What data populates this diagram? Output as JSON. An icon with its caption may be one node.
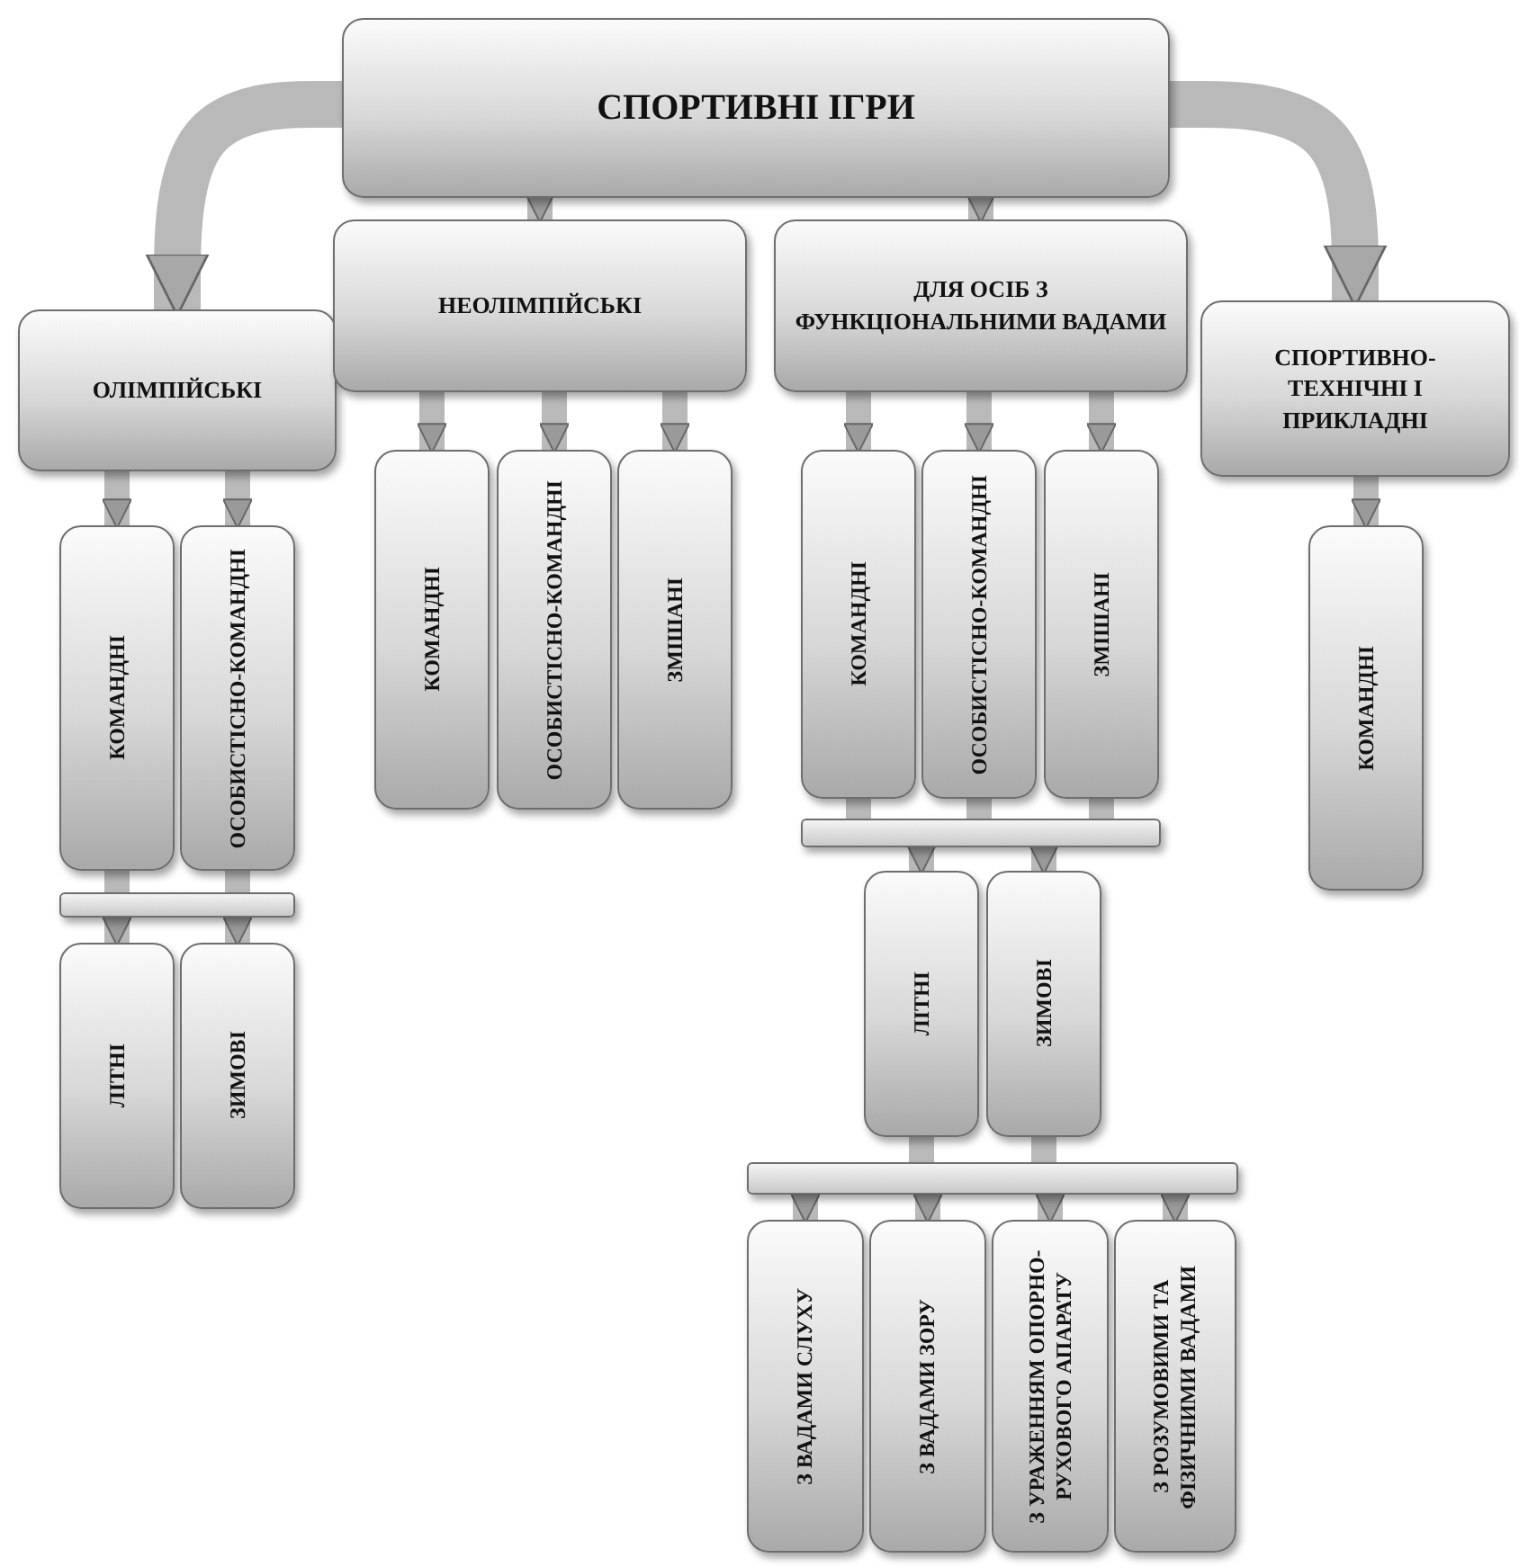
{
  "diagram": {
    "nodes": [
      {
        "text": [
          "СПОРТИВНІ ІГРИ"
        ]
      },
      {
        "text": [
          "ОЛІМПІЙСЬКІ"
        ]
      },
      {
        "text": [
          "КОМАНДНІ"
        ]
      },
      {
        "text": [
          "ОСОБИСТІСНО-КОМАНДНІ"
        ]
      },
      {
        "text": [],
        "shape": "bar"
      },
      {
        "text": [
          "ЛІТНІ"
        ]
      },
      {
        "text": [
          "ЗИМОВІ"
        ]
      },
      {
        "text": [
          "НЕОЛІМПІЙСЬКІ"
        ]
      },
      {
        "text": [
          "КОМАНДНІ"
        ]
      },
      {
        "text": [
          "ОСОБИСТІСНО-КОМАНДНІ"
        ]
      },
      {
        "text": [
          "ЗМІШАНІ"
        ]
      },
      {
        "text": [
          "ДЛЯ ОСІБ З ФУНКЦІОНАЛЬНИМИ ВАДАМИ"
        ]
      },
      {
        "text": [
          "КОМАНДНІ"
        ]
      },
      {
        "text": [
          "ОСОБИСТІСНО-КОМАНДНІ"
        ]
      },
      {
        "text": [
          "ЗМІШАНІ"
        ]
      },
      {
        "text": [],
        "shape": "bar"
      },
      {
        "text": [
          "ЛІТНІ"
        ]
      },
      {
        "text": [
          "ЗИМОВІ"
        ]
      },
      {
        "text": [],
        "shape": "bar"
      },
      {
        "text": [
          "З ВАДАМИ СЛУХУ"
        ]
      },
      {
        "text": [
          "З ВАДАМИ ЗОРУ"
        ]
      },
      {
        "text": [
          "З УРАЖЕННЯМ ОПОРНО-РУХОВОГО АПАРАТУ"
        ]
      },
      {
        "text": [
          "З РОЗУМОВИМИ ТА ФІЗИЧНИМИ ВАДАМИ"
        ]
      },
      {
        "text": [
          "СПОРТИВНО-ТЕХНІЧНІ І ПРИКЛАДНІ"
        ]
      },
      {
        "text": [
          "КОМАНДНІ"
        ]
      }
    ],
    "edges": [
      {
        "from": 0,
        "to": 1,
        "arrow": "to",
        "style": "thick"
      },
      {
        "from": 0,
        "to": 7,
        "arrow": "to"
      },
      {
        "from": 0,
        "to": 11,
        "arrow": "to"
      },
      {
        "from": 0,
        "to": 23,
        "arrow": "to",
        "style": "thick"
      },
      {
        "from": 1,
        "to": 2,
        "arrow": "to"
      },
      {
        "from": 1,
        "to": 3,
        "arrow": "to"
      },
      {
        "from": 2,
        "to": 4,
        "arrow": "none"
      },
      {
        "from": 3,
        "to": 4,
        "arrow": "none"
      },
      {
        "from": 4,
        "to": 5,
        "arrow": "to"
      },
      {
        "from": 4,
        "to": 6,
        "arrow": "to"
      },
      {
        "from": 7,
        "to": 8,
        "arrow": "to"
      },
      {
        "from": 7,
        "to": 9,
        "arrow": "to"
      },
      {
        "from": 7,
        "to": 10,
        "arrow": "to"
      },
      {
        "from": 11,
        "to": 12,
        "arrow": "to"
      },
      {
        "from": 11,
        "to": 13,
        "arrow": "to"
      },
      {
        "from": 11,
        "to": 14,
        "arrow": "to"
      },
      {
        "from": 12,
        "to": 15,
        "arrow": "none"
      },
      {
        "from": 13,
        "to": 15,
        "arrow": "none"
      },
      {
        "from": 14,
        "to": 15,
        "arrow": "none"
      },
      {
        "from": 15,
        "to": 16,
        "arrow": "to"
      },
      {
        "from": 15,
        "to": 17,
        "arrow": "to"
      },
      {
        "from": 16,
        "to": 18,
        "arrow": "none"
      },
      {
        "from": 17,
        "to": 18,
        "arrow": "none"
      },
      {
        "from": 18,
        "to": 19,
        "arrow": "to"
      },
      {
        "from": 18,
        "to": 20,
        "arrow": "to"
      },
      {
        "from": 18,
        "to": 21,
        "arrow": "to"
      },
      {
        "from": 18,
        "to": 22,
        "arrow": "to"
      },
      {
        "from": 23,
        "to": 24,
        "arrow": "to"
      }
    ]
  }
}
